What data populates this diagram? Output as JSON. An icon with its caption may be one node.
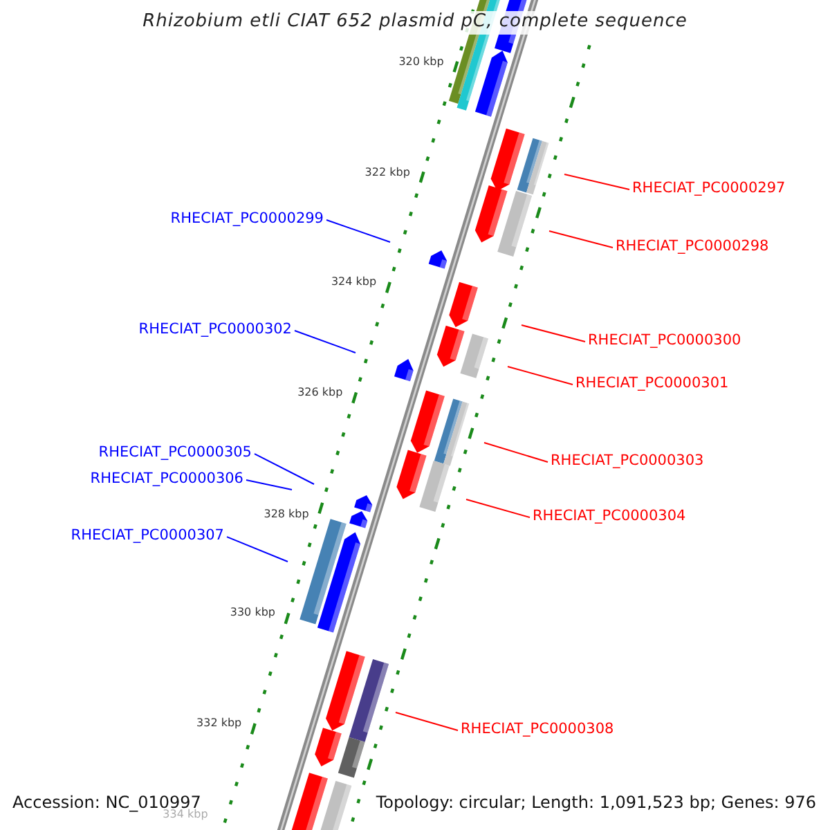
{
  "diagram": {
    "title": "Rhizobium etli CIAT 652 plasmid pC, complete sequence",
    "nodes": [
      {
        "text": [
          "RHECIAT_PC0000297"
        ]
      },
      {
        "text": [
          "RHECIAT_PC0000299"
        ]
      },
      {
        "text": [
          "RHECIAT_PC0000298"
        ]
      },
      {
        "text": [
          "RHECIAT_PC0000302"
        ]
      },
      {
        "text": [
          "RHECIAT_PC0000300"
        ]
      },
      {
        "text": [
          "RHECIAT_PC0000301"
        ]
      },
      {
        "text": [
          "RHECIAT_PC0000305"
        ]
      },
      {
        "text": [
          "RHECIAT_PC0000303"
        ]
      },
      {
        "text": [
          "RHECIAT_PC0000306"
        ]
      },
      {
        "text": [
          "RHECIAT_PC0000304"
        ]
      },
      {
        "text": [
          "RHECIAT_PC0000307"
        ]
      },
      {
        "text": [
          "RHECIAT_PC0000308"
        ]
      }
    ],
    "edges": [
      {
        "from": 0,
        "to": null,
        "arrow": "none"
      },
      {
        "from": 1,
        "to": null,
        "arrow": "none",
        "color": "#0000ff"
      },
      {
        "from": 2,
        "to": null,
        "arrow": "none"
      },
      {
        "from": 3,
        "to": null,
        "arrow": "none",
        "color": "#0000ff"
      },
      {
        "from": 4,
        "to": null,
        "arrow": "none"
      },
      {
        "from": 5,
        "to": null,
        "arrow": "none"
      },
      {
        "from": 6,
        "to": null,
        "arrow": "none",
        "color": "#0000ff"
      },
      {
        "from": 7,
        "to": null,
        "arrow": "none"
      },
      {
        "from": 8,
        "to": null,
        "arrow": "none",
        "color": "#0000ff"
      },
      {
        "from": 9,
        "to": null,
        "arrow": "none"
      },
      {
        "from": 10,
        "to": null,
        "arrow": "none",
        "color": "#0000ff"
      },
      {
        "from": 11,
        "to": null,
        "arrow": "none"
      }
    ],
    "labels": [
      "320 kbp",
      "322 kbp",
      "324 kbp",
      "326 kbp",
      "328 kbp",
      "330 kbp",
      "332 kbp",
      "Accession: NC_010997",
      "Topology: circular; Length: 1,091,523 bp; Genes: 976",
      "334 kbp"
    ]
  }
}
